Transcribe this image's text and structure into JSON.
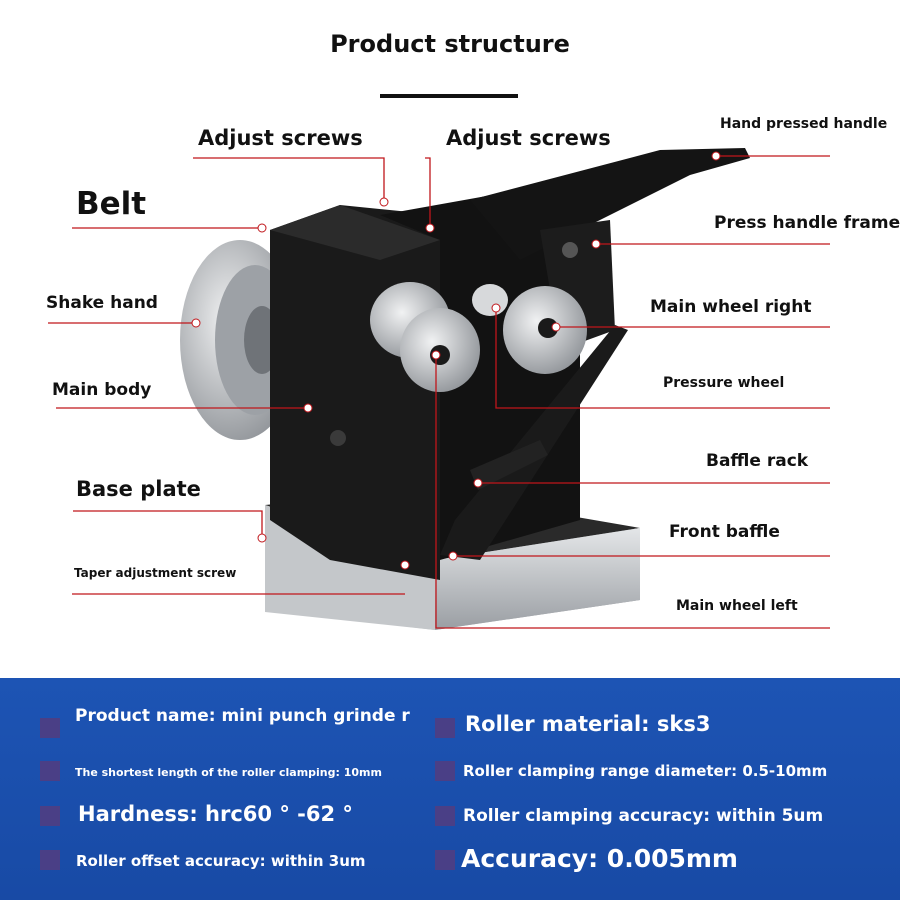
{
  "title": "Product structure",
  "labels": {
    "hand_pressed_handle": "Hand pressed handle",
    "adjust_screws_left": "Adjust screws",
    "adjust_screws_right": "Adjust screws",
    "belt": "Belt",
    "press_handle_frame": "Press handle frame",
    "shake_hand": "Shake hand",
    "main_wheel_right": "Main wheel right",
    "main_body": "Main body",
    "pressure_wheel": "Pressure wheel",
    "baffle_rack": "Baffle rack",
    "base_plate": "Base plate",
    "front_baffle": "Front baffle",
    "taper_adjustment_screw": "Taper adjustment screw",
    "main_wheel_left": "Main wheel left"
  },
  "specs": {
    "product_name": "Product name: mini punch grinde r",
    "roller_material": "Roller material: sks3",
    "shortest_length": "The shortest length of the roller clamping: 10mm",
    "clamping_range": "Roller clamping range diameter: 0.5-10mm",
    "hardness": "Hardness: hrc60 ° -62 °",
    "clamping_accuracy": "Roller clamping accuracy: within 5um",
    "offset_accuracy": "Roller offset accuracy: within 3um",
    "accuracy": "Accuracy: 0.005mm"
  },
  "colors": {
    "leader_line": "#c0161b",
    "panel_blue": "#1d54b4",
    "bullet": "#4a3f86",
    "machine_body": "#161616",
    "base_steel": "#b9bcc0"
  }
}
